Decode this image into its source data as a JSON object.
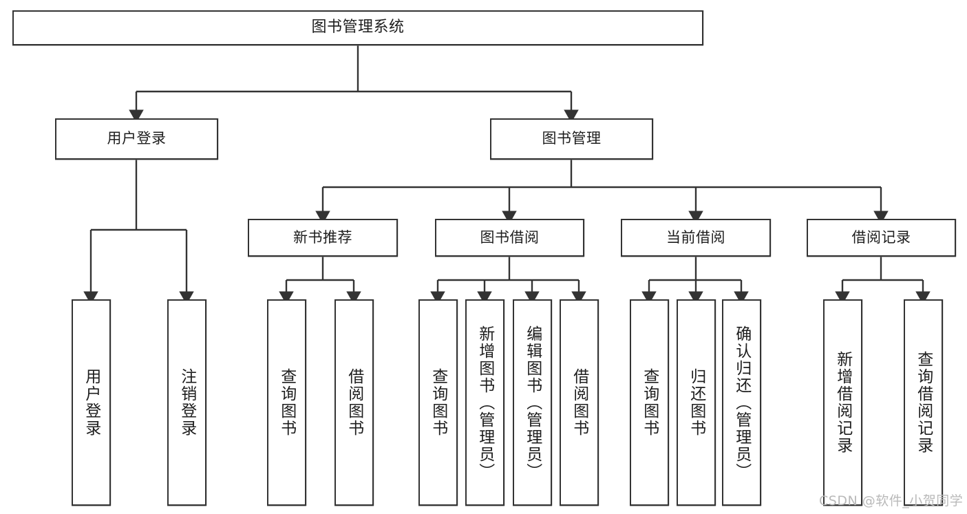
{
  "diagram": {
    "title": "图书管理系统",
    "type": "hierarchy-tree",
    "watermark": "CSDN @软件_小贺同学",
    "colors": {
      "border": "#333333",
      "background": "#ffffff",
      "text": "#1d1d1d",
      "watermark": "#b9b9b9"
    },
    "nodes": {
      "root": {
        "label": "图书管理系统"
      },
      "level2": [
        {
          "label": "用户登录"
        },
        {
          "label": "图书管理"
        }
      ],
      "level3": [
        {
          "label": "新书推荐"
        },
        {
          "label": "图书借阅"
        },
        {
          "label": "当前借阅"
        },
        {
          "label": "借阅记录"
        }
      ],
      "leaves": {
        "user_login": [
          {
            "label": "用户登录"
          },
          {
            "label": "注销登录"
          }
        ],
        "new_book_recommend": [
          {
            "label": "查询图书"
          },
          {
            "label": "借阅图书"
          }
        ],
        "book_borrow": [
          {
            "label": "查询图书"
          },
          {
            "label": "新增图书（管理员）"
          },
          {
            "label": "编辑图书（管理员）"
          },
          {
            "label": "借阅图书"
          }
        ],
        "current_borrow": [
          {
            "label": "查询图书"
          },
          {
            "label": "归还图书"
          },
          {
            "label": "确认归还（管理员）"
          }
        ],
        "borrow_record": [
          {
            "label": "新增借阅记录"
          },
          {
            "label": "查询借阅记录"
          }
        ]
      }
    }
  }
}
